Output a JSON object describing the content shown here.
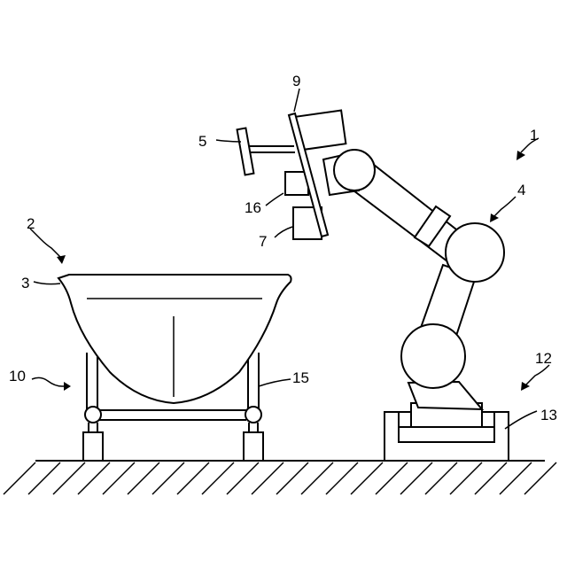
{
  "labels": {
    "robot_system": "1",
    "container_unit": "2",
    "container_rim": "3",
    "robot_arm": "4",
    "tool_5": "5",
    "tool_7": "7",
    "mount_plate": "9",
    "stand": "10",
    "robot_base": "12",
    "base_support": "13",
    "stand_leg": "15",
    "tool_16": "16"
  },
  "colors": {
    "line": "#000000",
    "background": "#ffffff"
  }
}
